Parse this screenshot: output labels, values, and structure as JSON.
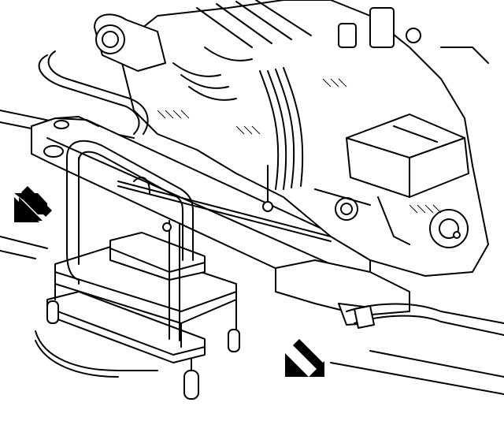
{
  "figure": {
    "subject": "",
    "colors": {
      "ink": "#000000",
      "paper": "#ffffff"
    },
    "callouts": [
      {
        "name": "arrow-left",
        "direction": "down-right"
      },
      {
        "name": "arrow-bottom",
        "direction": "down-right"
      }
    ]
  }
}
